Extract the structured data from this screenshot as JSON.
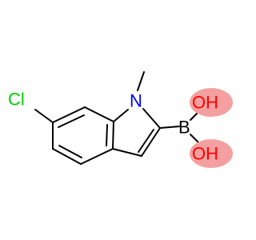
{
  "molecule": {
    "atoms": {
      "cl": {
        "label": "Cl",
        "color": "#00cc00"
      },
      "n": {
        "label": "N",
        "color": "#0000ff"
      },
      "b": {
        "label": "B",
        "color": "#000000"
      },
      "oh_top": {
        "label": "OH",
        "color": "#ff0000",
        "highlight": "#f4a0a0"
      },
      "oh_bottom": {
        "label": "OH",
        "color": "#ff0000",
        "highlight": "#f4a0a0"
      }
    },
    "bond_color": "#000000"
  }
}
